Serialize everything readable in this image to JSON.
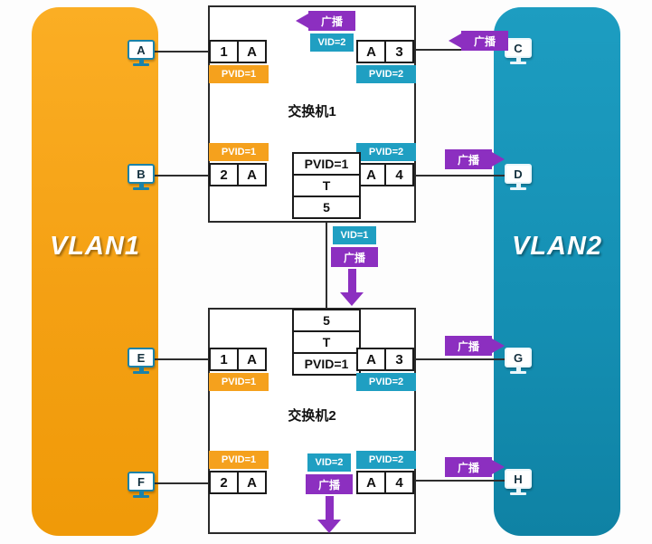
{
  "vlan1": {
    "label": "VLAN1",
    "color": "#F4A013"
  },
  "vlan2": {
    "label": "VLAN2",
    "color": "#1590B4"
  },
  "devices": {
    "a": "A",
    "b": "B",
    "c": "C",
    "d": "D",
    "e": "E",
    "f": "F",
    "g": "G",
    "h": "H"
  },
  "switch1": {
    "label": "交换机1",
    "port1": {
      "c1": "1",
      "c2": "A",
      "pvid": "PVID=1"
    },
    "port2": {
      "c1": "2",
      "c2": "A",
      "pvid": "PVID=1"
    },
    "port3": {
      "c1": "A",
      "c2": "3",
      "pvid": "PVID=2"
    },
    "port4": {
      "c1": "A",
      "c2": "4",
      "pvid": "PVID=2"
    },
    "port5": {
      "r1": "PVID=1",
      "r2": "T",
      "r3": "5"
    }
  },
  "switch2": {
    "label": "交换机2",
    "port5": {
      "r1": "5",
      "r2": "T",
      "r3": "PVID=1"
    },
    "port1": {
      "c1": "1",
      "c2": "A",
      "pvid": "PVID=1"
    },
    "port3": {
      "c1": "A",
      "c2": "3",
      "pvid": "PVID=2"
    },
    "port2": {
      "c1": "2",
      "c2": "A",
      "pvid": "PVID=1"
    },
    "port4": {
      "c1": "A",
      "c2": "4",
      "pvid": "PVID=2"
    }
  },
  "broadcasts": {
    "top": {
      "label": "广播",
      "vid": "VID=2"
    },
    "c_in": {
      "label": "广播"
    },
    "d_out": {
      "label": "广播"
    },
    "trunk": {
      "label": "广播",
      "vid": "VID=1"
    },
    "g_out": {
      "label": "广播"
    },
    "h_out": {
      "label": "广播"
    },
    "bottom": {
      "label": "广播",
      "vid": "VID=2"
    }
  },
  "colors": {
    "orange": "#F4A013",
    "teal": "#1F9FC2",
    "purple": "#8C2FC0",
    "line": "#2E2E2E"
  }
}
